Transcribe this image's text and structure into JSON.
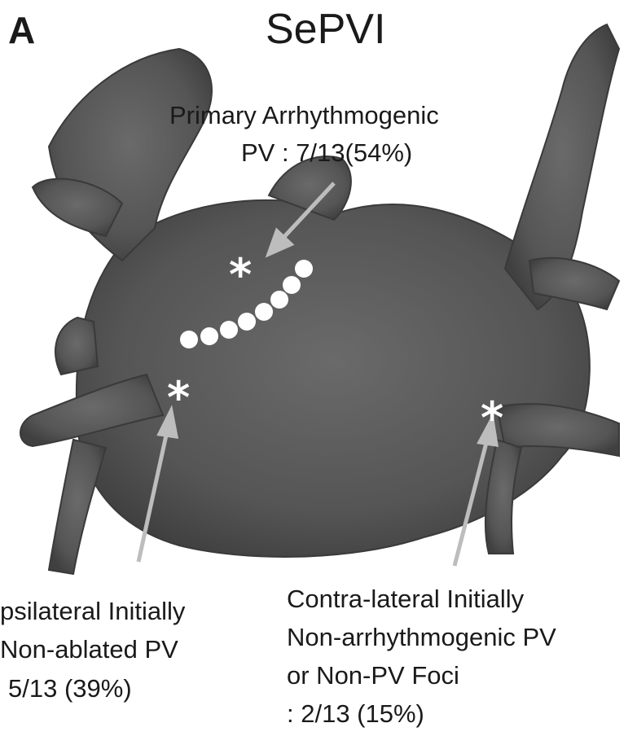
{
  "panel_letter": "A",
  "title": "SePVI",
  "annotations": {
    "primary": {
      "line1": "Primary Arrhythmogenic",
      "line2": "PV : 7/13(54%)"
    },
    "ipsilateral": {
      "line1": "psilateral Initially",
      "line2": "Non-ablated PV",
      "line3": "5/13 (39%)"
    },
    "contralateral": {
      "line1": "Contra-lateral Initially",
      "line2": "Non-arrhythmogenic PV",
      "line3": "or Non-PV Foci",
      "line4": ": 2/13 (15%)"
    }
  },
  "markers": {
    "asterisk": "*"
  },
  "colors": {
    "anatomy": "#5a5a5a",
    "arrow": "#bdbdbd",
    "ablation_dot": "#ffffff"
  }
}
